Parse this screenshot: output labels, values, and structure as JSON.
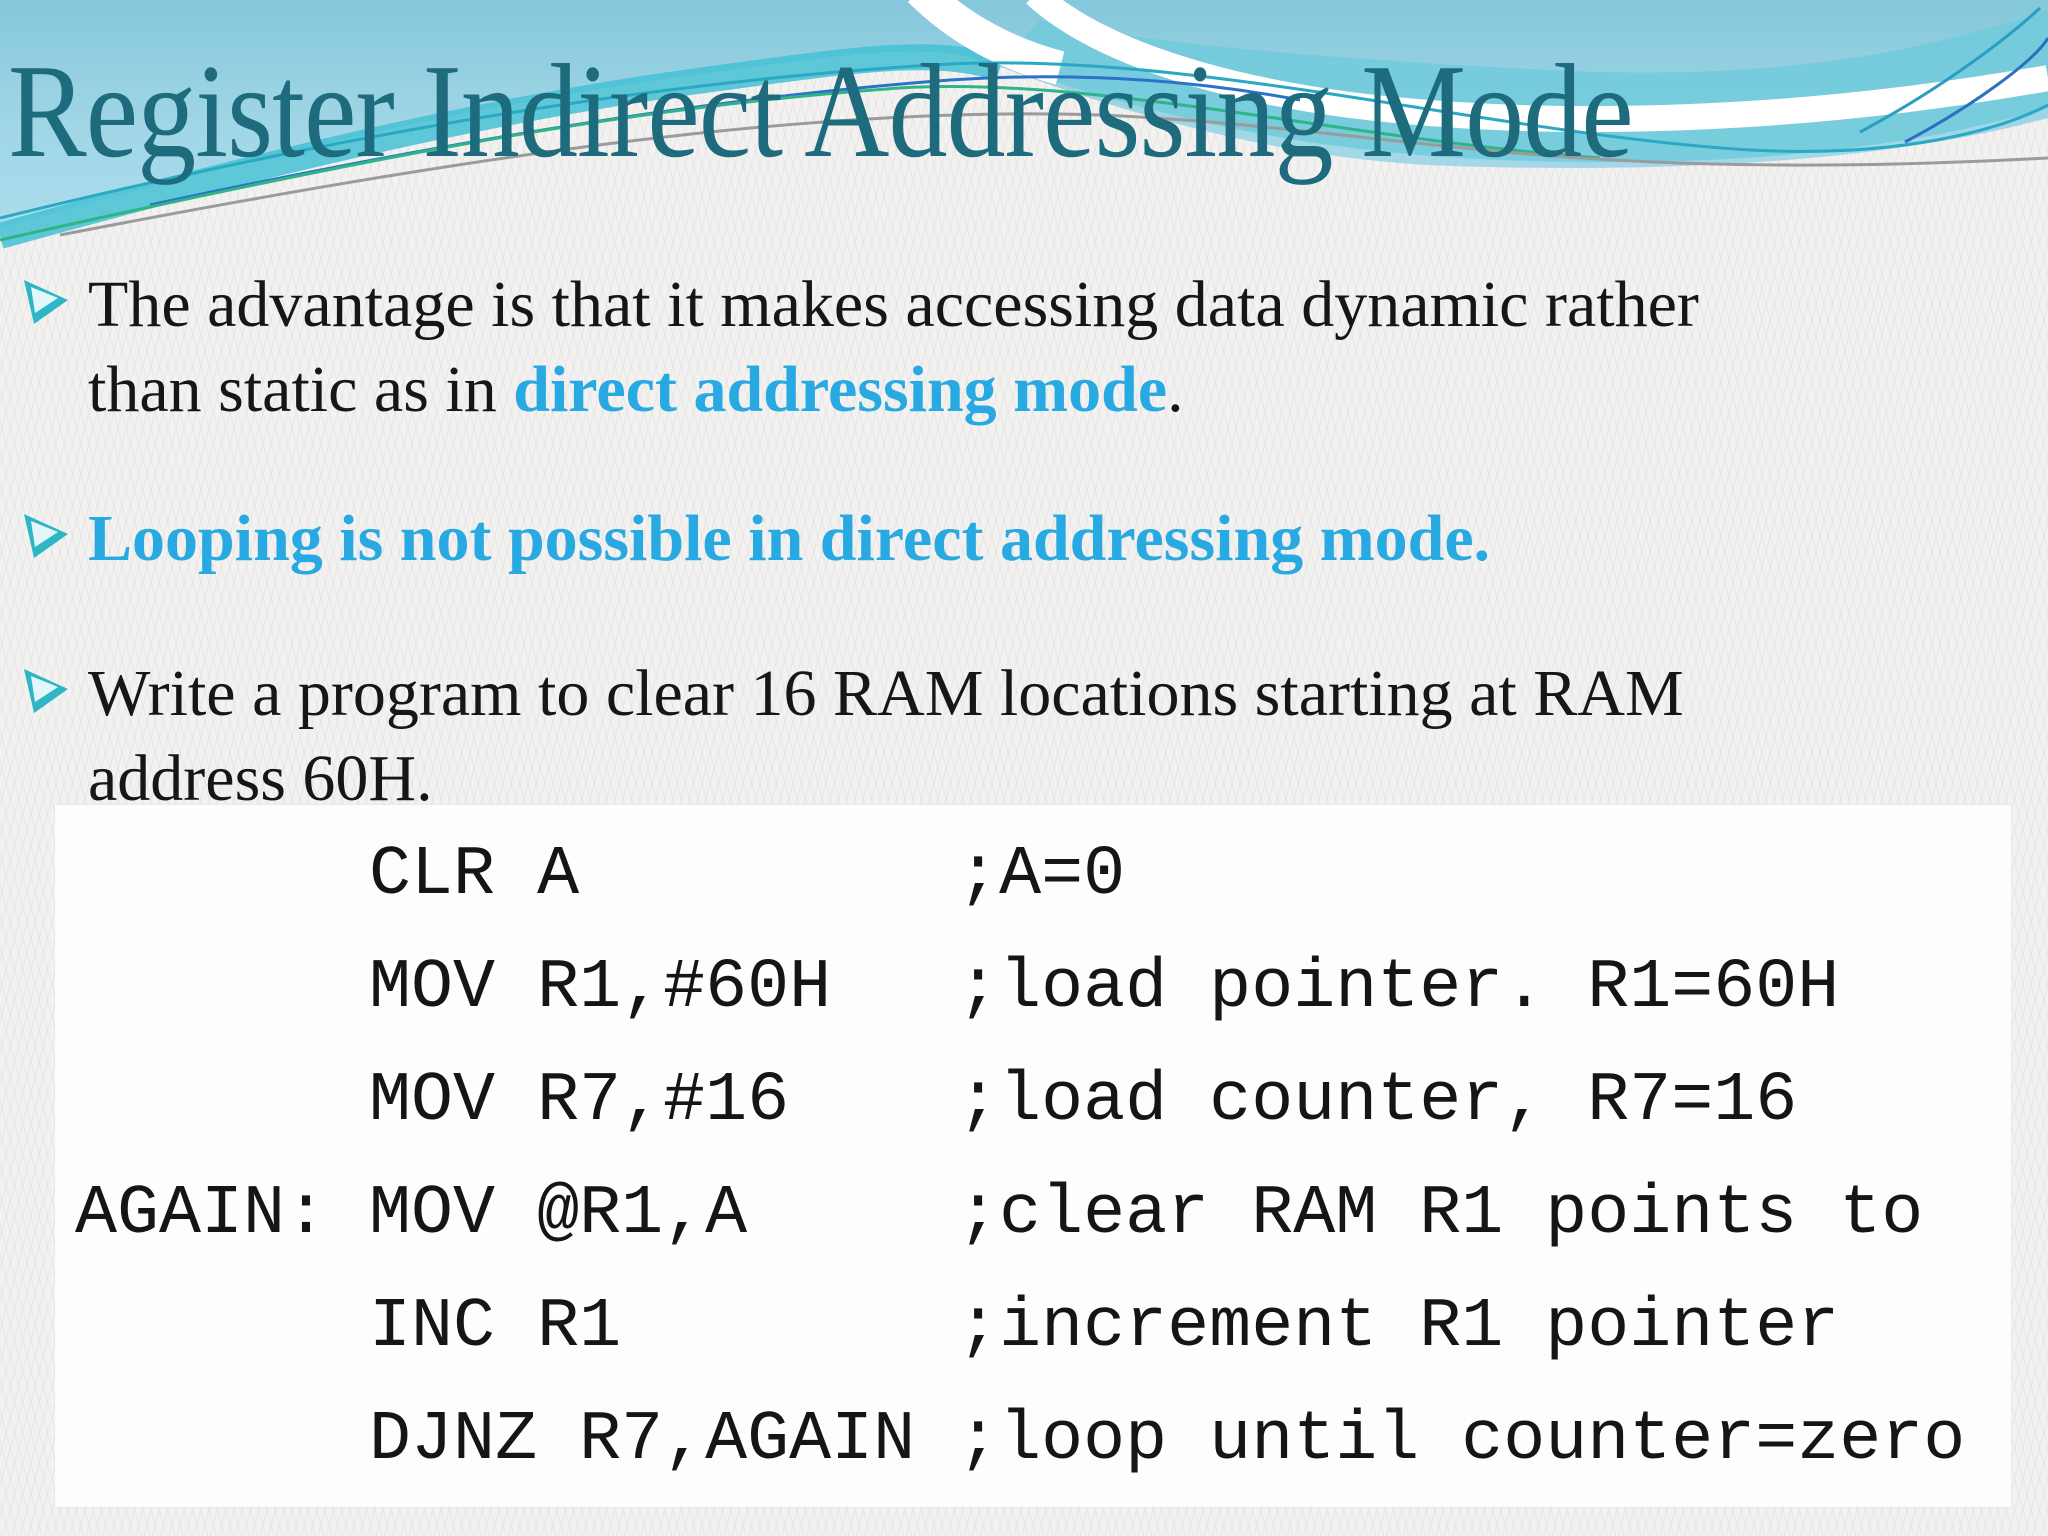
{
  "slide": {
    "title": "Register Indirect Addressing Mode",
    "bullets": [
      {
        "line1": "The advantage is that it makes accessing data dynamic rather",
        "line2_prefix": "than static as in ",
        "line2_highlight": "direct addressing mode",
        "line2_suffix": "."
      },
      {
        "text": "Looping is not possible in direct addressing mode."
      },
      {
        "line1": "Write a program to clear 16 RAM locations starting at RAM",
        "line2": "address 60H."
      }
    ],
    "code_lines": [
      "       CLR A         ;A=0",
      "       MOV R1,#60H   ;load pointer. R1=60H",
      "       MOV R7,#16    ;load counter, R7=16",
      "AGAIN: MOV @R1,A     ;clear RAM R1 points to",
      "       INC R1        ;increment R1 pointer",
      "       DJNZ R7,AGAIN ;loop until counter=zero"
    ],
    "colors": {
      "title": "#1d6b7d",
      "highlight": "#29a9e1",
      "bullet_arrow": "#2fb6c5",
      "header_sky": "#9ad2e3"
    }
  }
}
